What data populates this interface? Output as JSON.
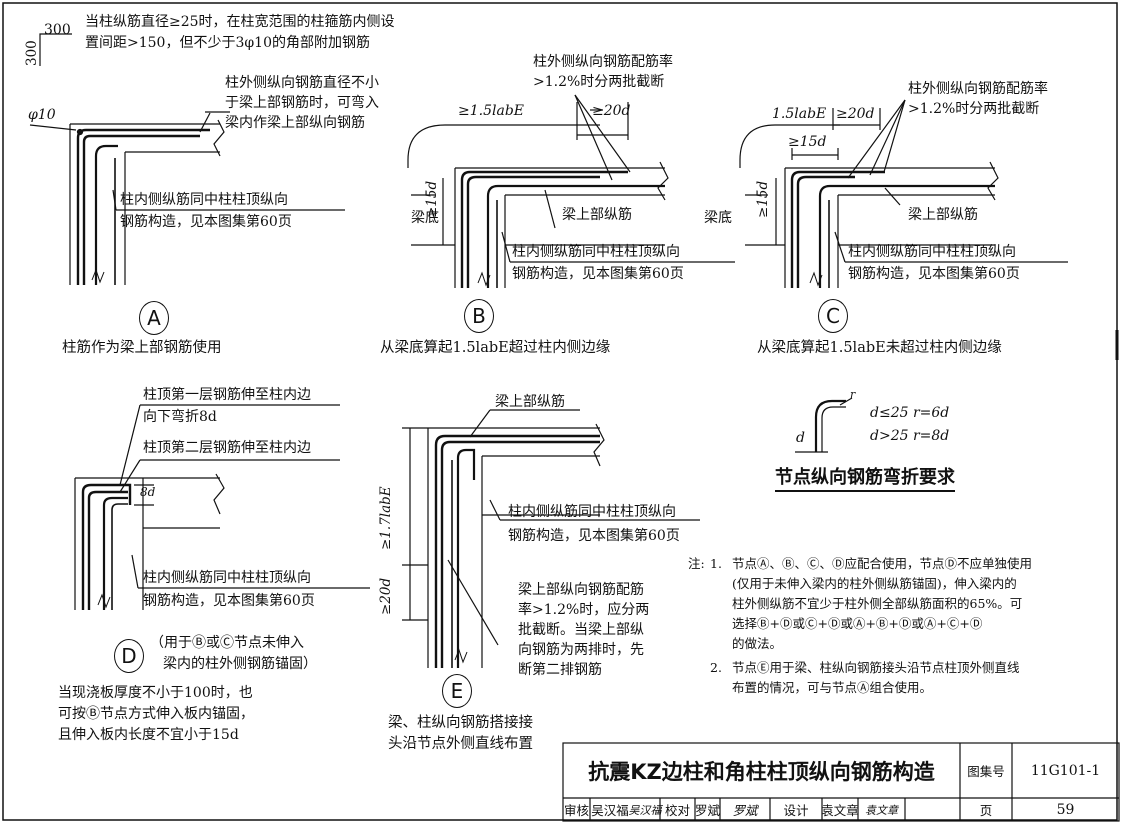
{
  "detail_a": {
    "label": "A",
    "top_note": "当柱纵筋直径≥25时，在柱宽范围的柱箍筋内侧设",
    "top_note2": "置间距>150，但不少于3φ10的角部附加钢筋",
    "dim_300_h": "300",
    "dim_300_v": "300",
    "phi10": "φ10",
    "outer_note1": "柱外侧纵向钢筋直径不小",
    "outer_note2": "于梁上部钢筋时，可弯入",
    "outer_note3": "梁内作梁上部纵向钢筋",
    "inner_note1": "柱内侧纵筋同中柱柱顶纵向",
    "inner_note2": "钢筋构造，见本图集第60页",
    "caption": "柱筋作为梁上部钢筋使用"
  },
  "detail_b": {
    "label": "B",
    "rate_note1": "柱外侧纵向钢筋配筋率",
    "rate_note2": ">1.2%时分两批截断",
    "dim_15lae": "≥1.5labE",
    "dim_20d": "≥20d",
    "dim_15d": "≥15d",
    "beam_bottom": "梁底",
    "beam_top_bar": "梁上部纵筋",
    "inner_note1": "柱内侧纵筋同中柱柱顶纵向",
    "inner_note2": "钢筋构造，见本图集第60页",
    "caption": "从梁底算起1.5labE超过柱内侧边缘"
  },
  "detail_c": {
    "label": "C",
    "rate_note1": "柱外侧纵向钢筋配筋率",
    "rate_note2": ">1.2%时分两批截断",
    "dim_15lae": "1.5labE",
    "dim_20d": "≥20d",
    "dim_15d_top": "≥15d",
    "dim_15d": "≥15d",
    "beam_bottom": "梁底",
    "beam_top_bar": "梁上部纵筋",
    "inner_note1": "柱内侧纵筋同中柱柱顶纵向",
    "inner_note2": "钢筋构造，见本图集第60页",
    "caption": "从梁底算起1.5labE未超过柱内侧边缘"
  },
  "detail_d": {
    "label": "D",
    "note1a": "柱顶第一层钢筋伸至柱内边",
    "note1b": "向下弯折8d",
    "note2": "柱顶第二层钢筋伸至柱内边",
    "dim_8d": "8d",
    "inner_note1": "柱内侧纵筋同中柱柱顶纵向",
    "inner_note2": "钢筋构造，见本图集第60页",
    "usage1": "（用于Ⓑ或Ⓒ节点未伸入",
    "usage2": "梁内的柱外侧钢筋锚固）",
    "slab1": "当现浇板厚度不小于100时，也",
    "slab2": "可按Ⓑ节点方式伸入板内锚固，",
    "slab3": "且伸入板内长度不宜小于15d"
  },
  "detail_e": {
    "label": "E",
    "beam_top_bar": "梁上部纵筋",
    "dim_17lae": "≥1.7labE",
    "dim_20d": "≥20d",
    "inner_note1": "柱内侧纵筋同中柱柱顶纵向",
    "inner_note2": "钢筋构造，见本图集第60页",
    "rate1": "梁上部纵向钢筋配筋",
    "rate2": "率>1.2%时，应分两",
    "rate3": "批截断。当梁上部纵",
    "rate4": "向钢筋为两排时，先",
    "rate5": "断第二排钢筋",
    "caption1": "梁、柱纵向钢筋搭接接",
    "caption2": "头沿节点外侧直线布置"
  },
  "bend": {
    "rule1": "d≤25   r=6d",
    "rule2": "d>25   r=8d",
    "d_label": "d",
    "r_label": "r",
    "title": "节点纵向钢筋弯折要求"
  },
  "notes": {
    "prefix": "注:",
    "n1_num": "1.",
    "n1_l1": "节点Ⓐ、Ⓑ、Ⓒ、Ⓓ应配合使用，节点Ⓓ不应单独使用",
    "n1_l2": "(仅用于未伸入梁内的柱外侧纵筋锚固)，伸入梁内的",
    "n1_l3": "柱外侧纵筋不宜少于柱外侧全部纵筋面积的65%。可",
    "n1_l4": "选择Ⓑ+Ⓓ或Ⓒ+Ⓓ或Ⓐ+Ⓑ+Ⓓ或Ⓐ+Ⓒ+Ⓓ",
    "n1_l5": "的做法。",
    "n2_num": "2.",
    "n2_l1": "节点Ⓔ用于梁、柱纵向钢筋接头沿节点柱顶外侧直线",
    "n2_l2": "布置的情况，可与节点Ⓐ组合使用。"
  },
  "title_block": {
    "title": "抗震KZ边柱和角柱柱顶纵向钢筋构造",
    "atlas_label": "图集号",
    "atlas_no": "11G101-1",
    "review": "审核",
    "reviewer": "吴汉福",
    "reviewer_sign": "吴汉福",
    "check": "校对",
    "checker": "罗斌",
    "checker_sign": "罗斌",
    "design": "设计",
    "designer": "袁文章",
    "designer_sign": "袁文章",
    "page_label": "页",
    "page_no": "59"
  }
}
